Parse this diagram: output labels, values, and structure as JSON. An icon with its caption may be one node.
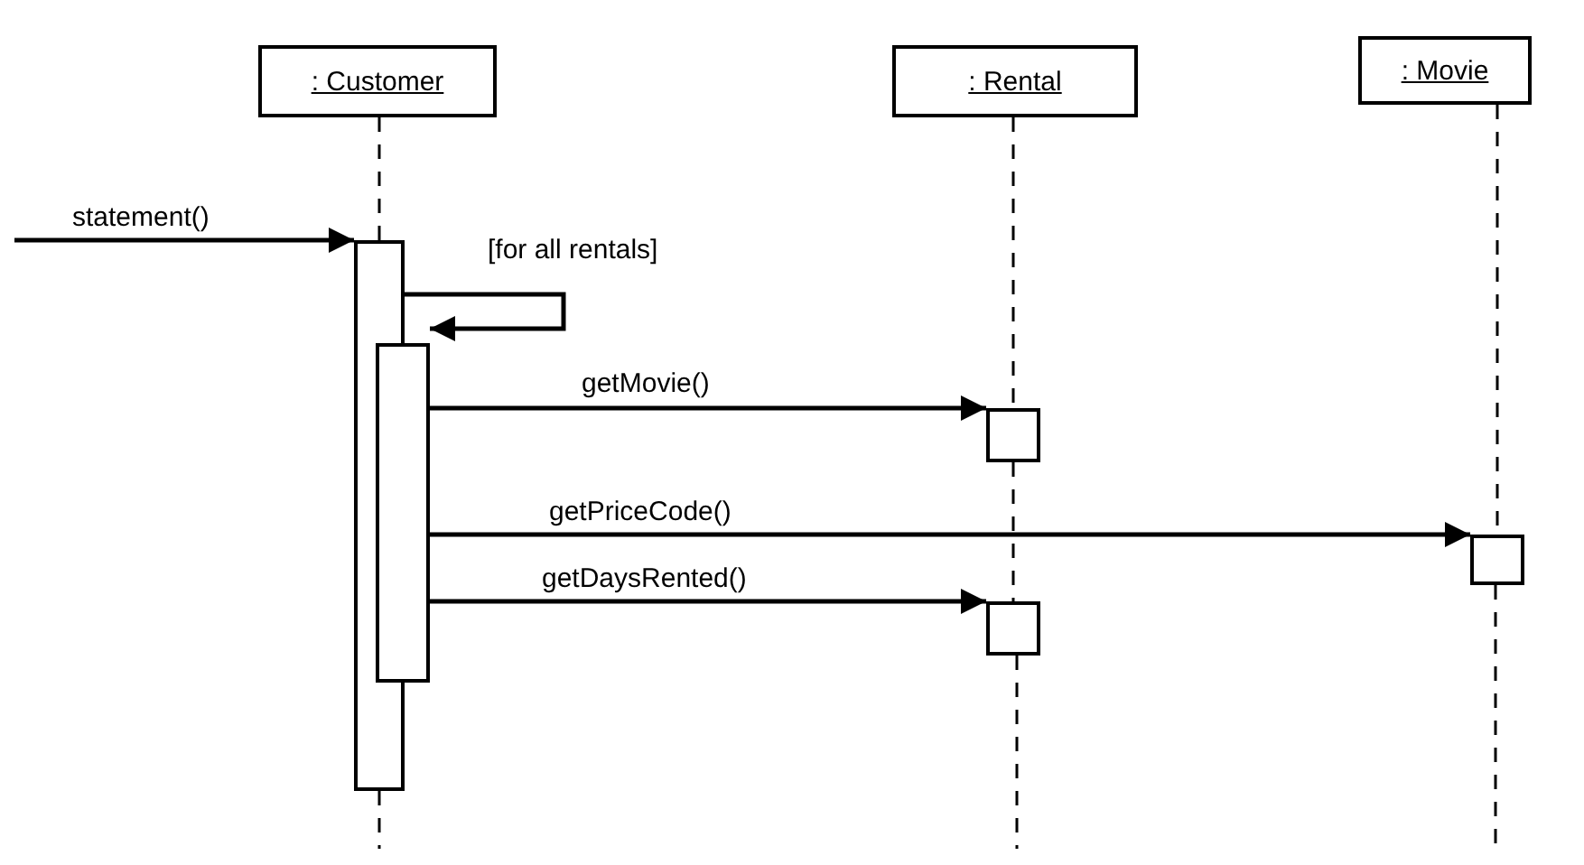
{
  "diagram": {
    "nodes": [
      {
        "text": [
          ": Customer"
        ]
      },
      {
        "text": [
          ": Rental"
        ]
      },
      {
        "text": [
          ": Movie"
        ]
      },
      {
        "text": [],
        "shape": "bar"
      },
      {
        "text": [],
        "shape": "bar"
      },
      {
        "text": [],
        "shape": "bar"
      },
      {
        "text": [],
        "shape": "bar"
      },
      {
        "text": [],
        "shape": "bar"
      }
    ],
    "edges": [
      {
        "from": 0,
        "to": 3,
        "arrow": "none",
        "style": "dashed"
      },
      {
        "from": 1,
        "to": 5,
        "arrow": "none",
        "style": "dashed"
      },
      {
        "from": 5,
        "to": 7,
        "arrow": "none",
        "style": "dashed"
      },
      {
        "from": 2,
        "to": 6,
        "arrow": "none",
        "style": "dashed"
      },
      {
        "from": null,
        "to": 3,
        "arrow": "to",
        "label": "statement()"
      },
      {
        "from": 3,
        "to": 4,
        "arrow": "to",
        "label": "[for all rentals]"
      },
      {
        "from": 4,
        "to": 5,
        "arrow": "to",
        "label": "getMovie()"
      },
      {
        "from": 4,
        "to": 6,
        "arrow": "to",
        "label": "getPriceCode()"
      },
      {
        "from": 4,
        "to": 7,
        "arrow": "to",
        "label": "getDaysRented()"
      }
    ]
  }
}
